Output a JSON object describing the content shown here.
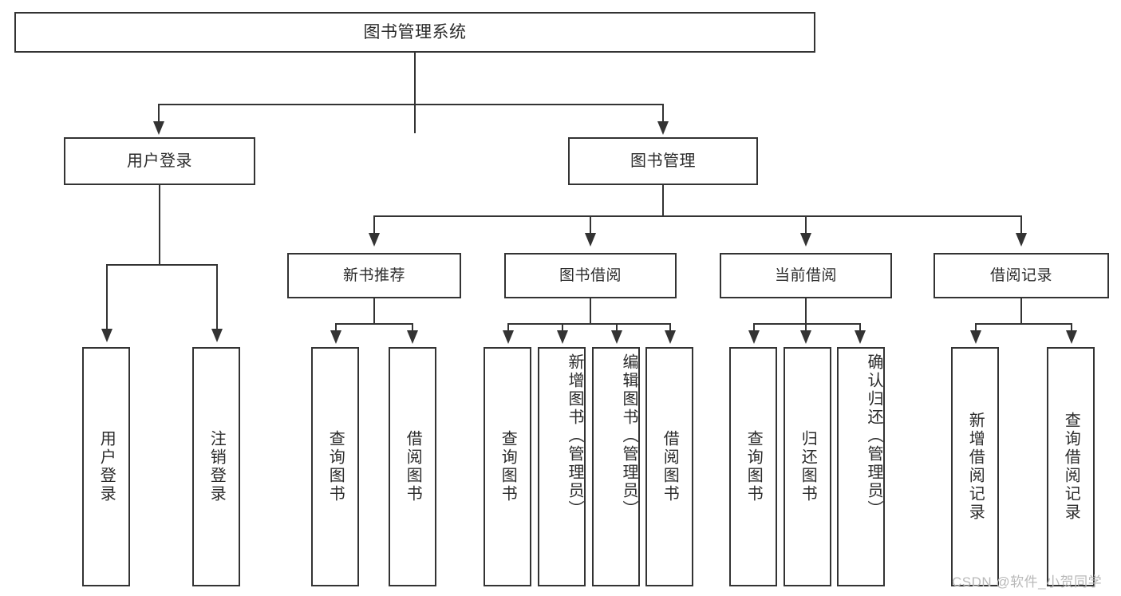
{
  "diagram": {
    "title": "图书管理系统",
    "type": "hierarchy-tree",
    "root": {
      "label": "图书管理系统"
    },
    "level1": [
      {
        "label": "用户登录"
      },
      {
        "label": "图书管理"
      }
    ],
    "level2": [
      {
        "label": "新书推荐"
      },
      {
        "label": "图书借阅"
      },
      {
        "label": "当前借阅"
      },
      {
        "label": "借阅记录"
      }
    ],
    "leaves": {
      "user_login": [
        {
          "label": "用户登录"
        },
        {
          "label": "注销登录"
        }
      ],
      "new_book_recommend": [
        {
          "label": "查询图书"
        },
        {
          "label": "借阅图书"
        }
      ],
      "book_borrow": [
        {
          "label": "查询图书"
        },
        {
          "label": "新增图书（管理员）"
        },
        {
          "label": "编辑图书（管理员）"
        },
        {
          "label": "借阅图书"
        }
      ],
      "current_borrow": [
        {
          "label": "查询图书"
        },
        {
          "label": "归还图书"
        },
        {
          "label": "确认归还（管理员）"
        }
      ],
      "borrow_record": [
        {
          "label": "新增借阅记录"
        },
        {
          "label": "查询借阅记录"
        }
      ]
    }
  },
  "watermark": {
    "text": "CSDN @软件_小贺同学"
  },
  "colors": {
    "stroke": "#333333",
    "text": "#2b2b2b",
    "background": "#ffffff",
    "watermark": "#b9b9b9"
  }
}
